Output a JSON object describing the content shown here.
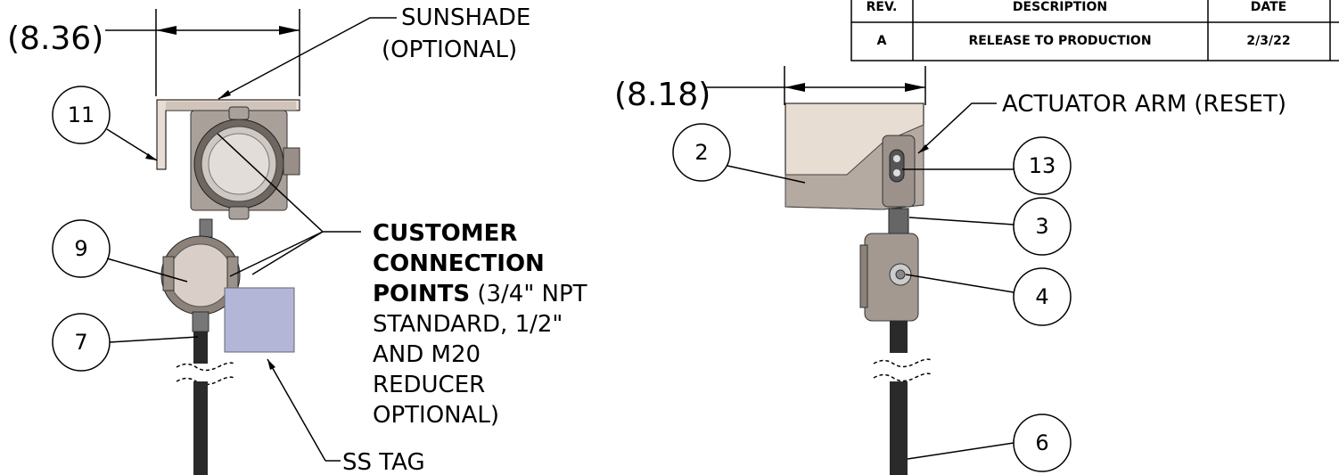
{
  "title_block": {
    "headers": [
      "REV.",
      "DESCRIPTION",
      "DATE"
    ],
    "rows": [
      [
        "A",
        "RELEASE TO PRODUCTION",
        "2/3/22"
      ]
    ]
  },
  "dimensions": {
    "left_width": "(8.36)",
    "right_width": "(8.18)"
  },
  "callouts": {
    "sunshade": [
      "SUNSHADE",
      "(OPTIONAL)"
    ],
    "actuator_arm": "ACTUATOR ARM (RESET)",
    "customer_connection": {
      "bold_lines": [
        "CUSTOMER",
        "CONNECTION",
        "POINTS"
      ],
      "suffix": " (3/4\" NPT",
      "lines": [
        "STANDARD, 1/2\"",
        "AND M20",
        "REDUCER",
        "OPTIONAL)"
      ]
    },
    "ss_tag": "SS TAG"
  },
  "balloons": {
    "b11": "11",
    "b9": "9",
    "b7": "7",
    "b2": "2",
    "b13": "13",
    "b3": "3",
    "b4": "4",
    "b6": "6"
  },
  "colors": {
    "sunshade": "#e8ddd2",
    "sunshade_dark": "#b8aca2",
    "housing": "#b5aaa2",
    "housing_dark": "#8c827a",
    "ss_tag": "#b4b6d8",
    "cable": "#2a2a2a"
  }
}
